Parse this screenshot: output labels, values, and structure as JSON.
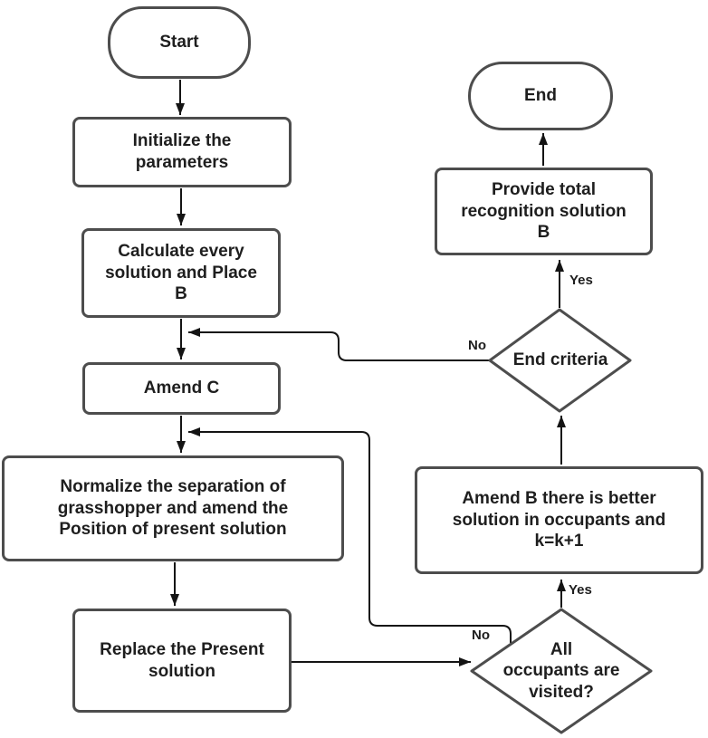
{
  "nodes": {
    "start": {
      "label": "Start",
      "type": "terminator"
    },
    "initialize": {
      "label": "Initialize the\nparameters",
      "type": "process"
    },
    "calculate": {
      "label": "Calculate every\nsolution and Place\nB",
      "type": "process"
    },
    "amend_c": {
      "label": "Amend C",
      "type": "process"
    },
    "normalize": {
      "label": "Normalize the separation of\ngrasshopper and amend the\nPosition of present solution",
      "type": "process"
    },
    "replace": {
      "label": "Replace the Present\nsolution",
      "type": "process"
    },
    "occupants": {
      "label": "All\noccupants are\nvisited?",
      "type": "decision"
    },
    "amend_b": {
      "label": "Amend B there is better\nsolution in occupants and\nk=k+1",
      "type": "process"
    },
    "end_criteria": {
      "label": "End criteria",
      "type": "decision"
    },
    "provide": {
      "label": "Provide total\nrecognition solution\nB",
      "type": "process"
    },
    "end": {
      "label": "End",
      "type": "terminator"
    }
  },
  "edge_labels": {
    "occupants_yes": "Yes",
    "occupants_no": "No",
    "end_criteria_yes": "Yes",
    "end_criteria_no": "No"
  },
  "colors": {
    "box_border": "#4d4d4d",
    "connector": "#141414",
    "text": "#1e1e1e",
    "background": "#ffffff"
  }
}
